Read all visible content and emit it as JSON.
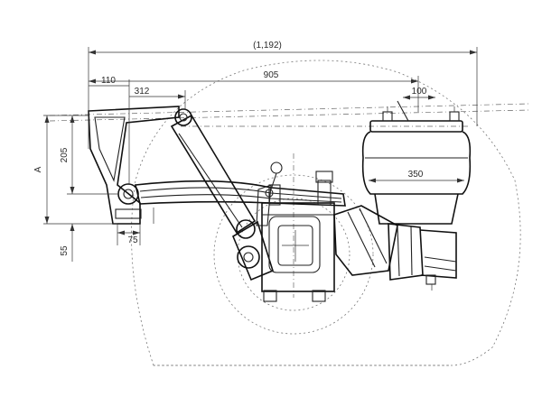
{
  "dimensions": {
    "overall_length": "(1,192)",
    "beam_length": "905",
    "hanger_offset": "110",
    "pivot_offset": "312",
    "bag_offset": "100",
    "bag_diameter": "350",
    "ride_height_label": "A",
    "hanger_height": "205",
    "lower_height": "55",
    "bushing_width": "75"
  },
  "colors": {
    "line": "#222222",
    "background": "#ffffff"
  }
}
